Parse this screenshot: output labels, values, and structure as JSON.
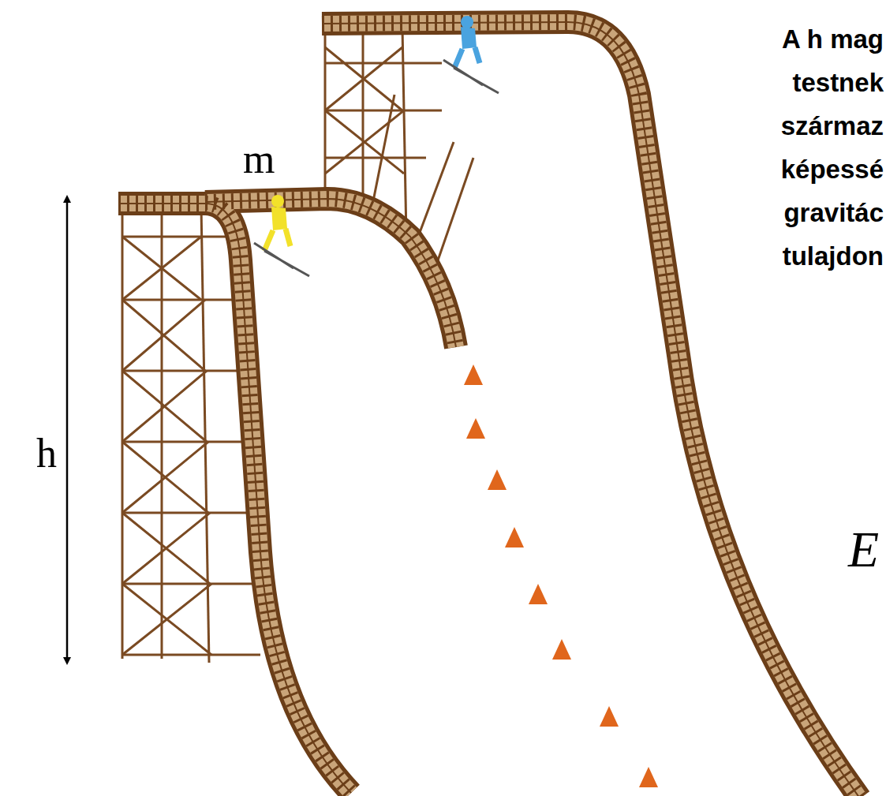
{
  "diagram": {
    "labels": [
      "m",
      "h",
      "A h mag",
      "testnek",
      "származ",
      "képessé",
      "gravitác",
      "tulajdon",
      "E"
    ]
  }
}
